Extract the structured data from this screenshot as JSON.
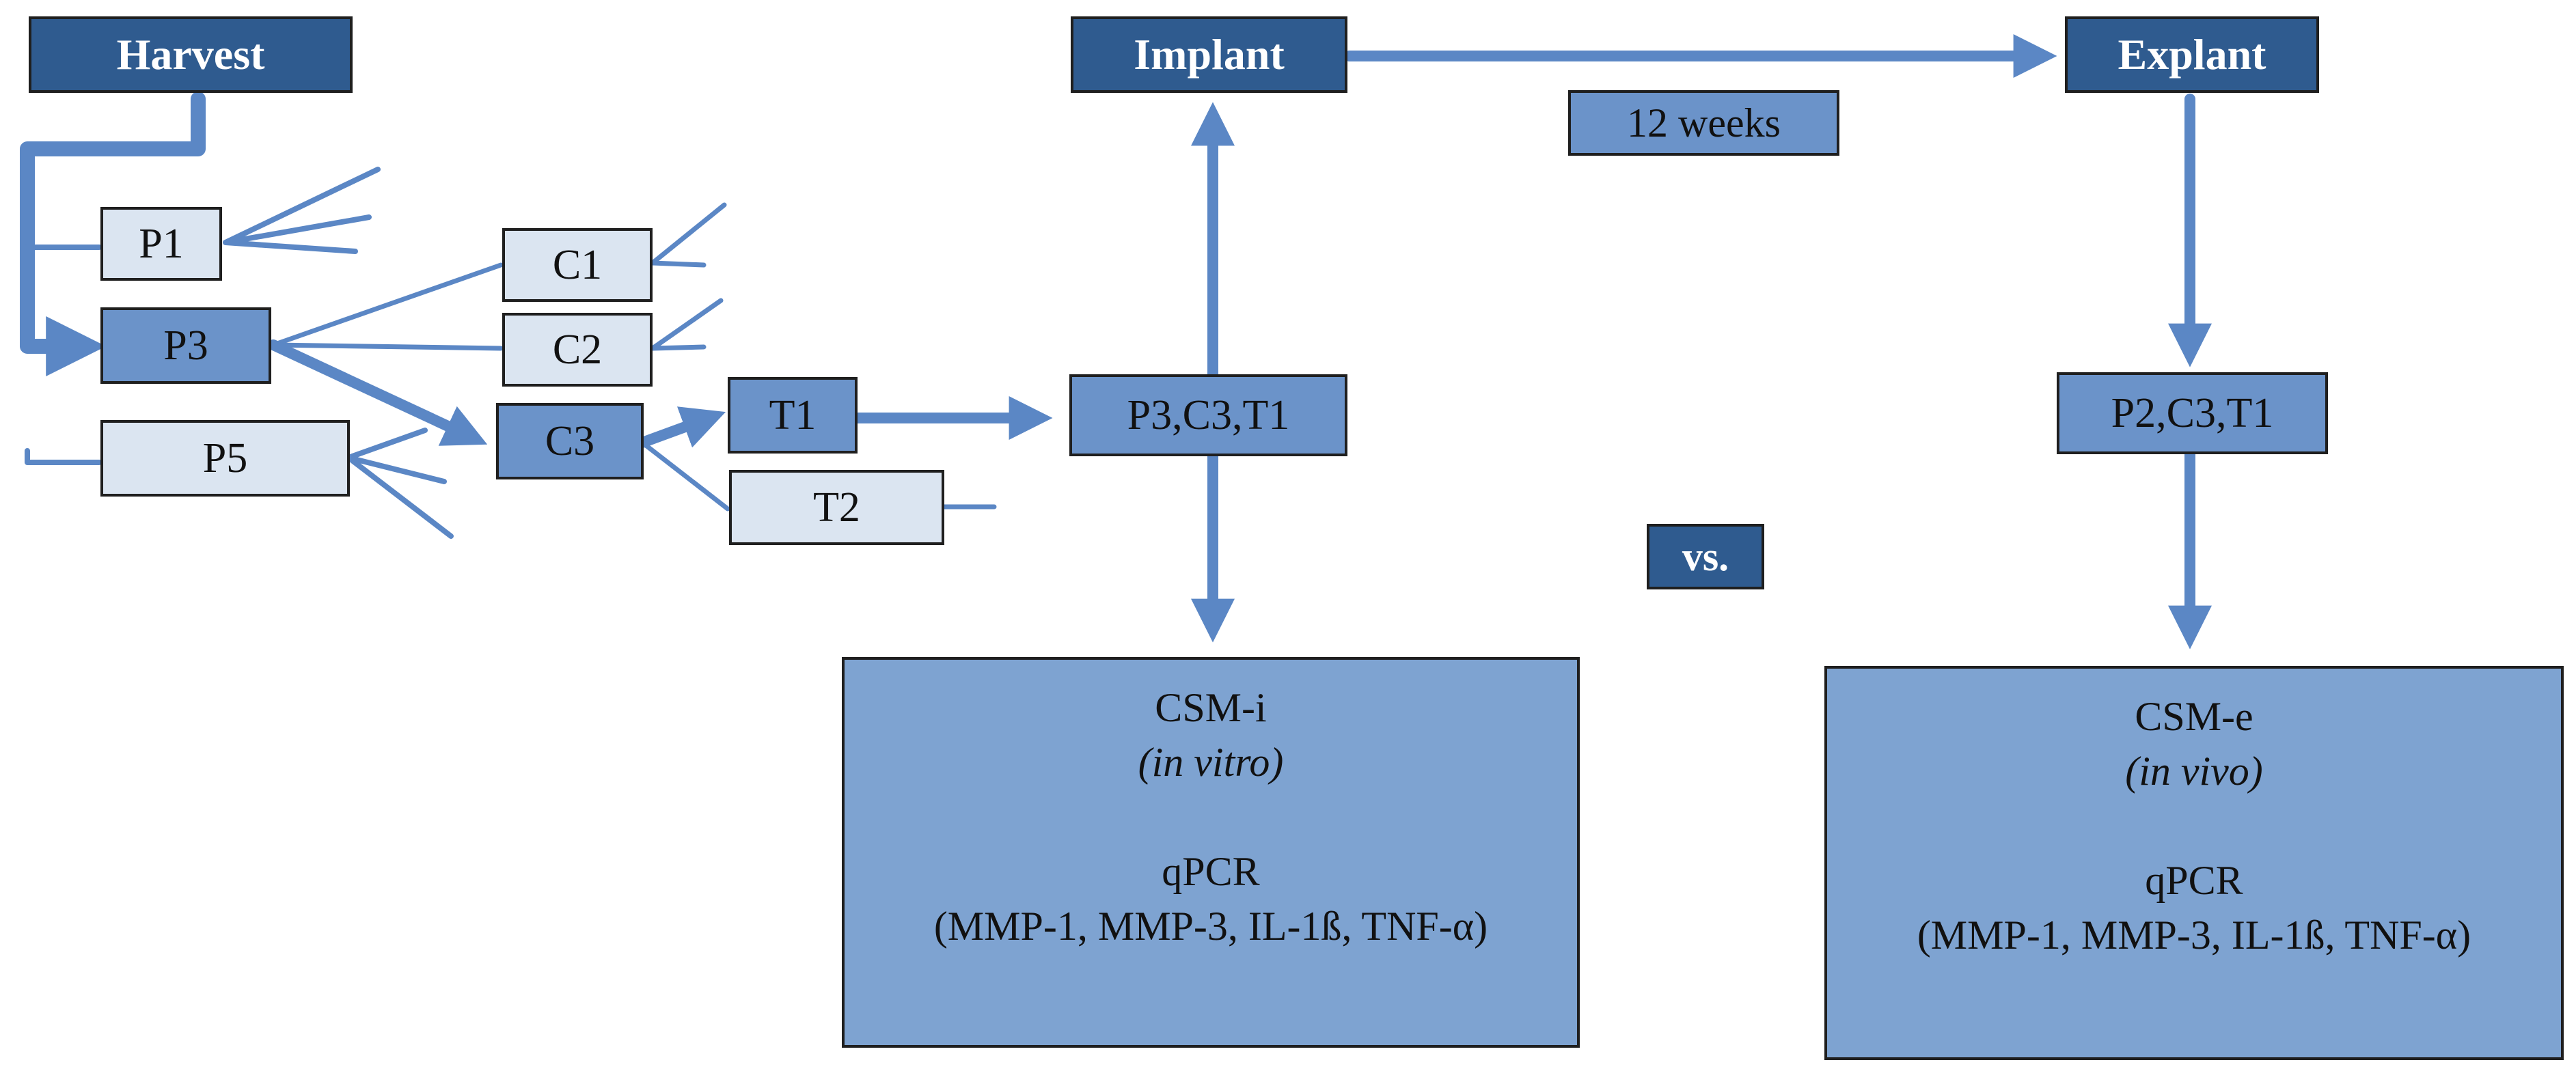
{
  "nodes": {
    "harvest": "Harvest",
    "implant": "Implant",
    "explant": "Explant",
    "weeks": "12 weeks",
    "p1": "P1",
    "p3": "P3",
    "p5": "P5",
    "c1": "C1",
    "c2": "C2",
    "c3": "C3",
    "t1": "T1",
    "t2": "T2",
    "implant_combo": "P3,C3,T1",
    "explant_combo": "P2,C3,T1",
    "vs": "vs."
  },
  "results": {
    "left": {
      "title": "CSM-i",
      "subtitle": "(in vitro)",
      "method": "qPCR",
      "markers": "(MMP-1, MMP-3, IL-1ß, TNF-α)"
    },
    "right": {
      "title": "CSM-e",
      "subtitle": "(in vivo)",
      "method": "qPCR",
      "markers": "(MMP-1, MMP-3, IL-1ß, TNF-α)"
    }
  },
  "colors": {
    "dark_box": "#2f5b8f",
    "mid_box": "#6b93c9",
    "light_box": "#dbe5f1",
    "result_box": "#7ea3d1",
    "arrow": "#5b87c5"
  }
}
